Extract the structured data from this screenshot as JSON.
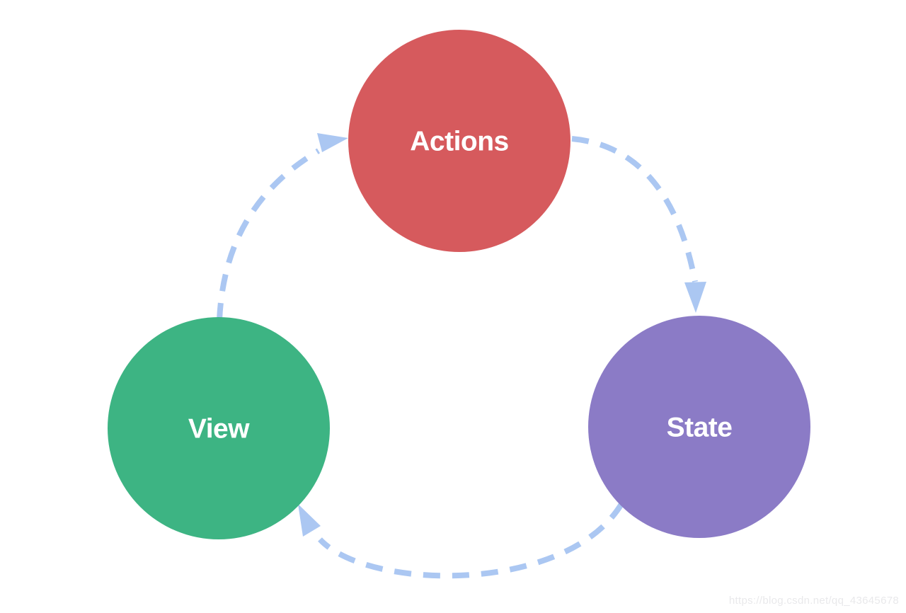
{
  "diagram": {
    "type": "cycle",
    "background": "#ffffff",
    "label_color": "#ffffff",
    "nodes": {
      "actions": {
        "label": "Actions",
        "color": "#d65a5d"
      },
      "state": {
        "label": "State",
        "color": "#8b7bc6"
      },
      "view": {
        "label": "View",
        "color": "#3db483"
      }
    },
    "arrows": {
      "color": "#abc7f2",
      "style": "dashed",
      "items": [
        {
          "from": "View",
          "to": "Actions"
        },
        {
          "from": "Actions",
          "to": "State"
        },
        {
          "from": "State",
          "to": "View"
        }
      ]
    },
    "watermark": "https://blog.csdn.net/qq_43645678"
  }
}
